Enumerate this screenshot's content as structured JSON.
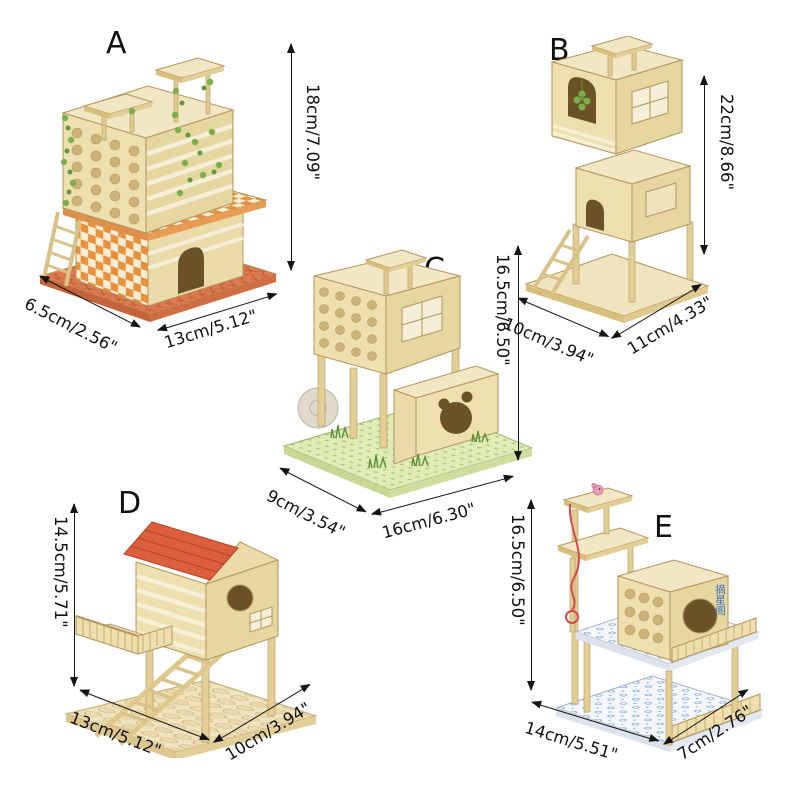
{
  "products": [
    {
      "label": "A",
      "dimensions": {
        "height": "18cm/7.09\"",
        "depth": "6.5cm/2.56\"",
        "width": "13cm/5.12\""
      }
    },
    {
      "label": "B",
      "dimensions": {
        "height": "22cm/8.66\"",
        "depth": "10cm/3.94\"",
        "width": "11cm/4.33\""
      }
    },
    {
      "label": "C",
      "dimensions": {
        "height": "16.5cm/6.50\"",
        "depth": "9cm/3.54\"",
        "width": "16cm/6.30\""
      }
    },
    {
      "label": "D",
      "dimensions": {
        "height": "14.5cm/5.71\"",
        "depth": "13cm/5.12\"",
        "width": "10cm/3.94\""
      }
    },
    {
      "label": "E",
      "dimensions": {
        "height": "16.5cm/6.50\"",
        "depth": "14cm/5.51\"",
        "width": "7cm/2.76\""
      },
      "sign_text": "摘星阁"
    }
  ],
  "colors": {
    "annotation": "#151515",
    "wood": "#EDDFAE",
    "wood_light": "#F2E7C4",
    "wood_dark": "#D8BF7E",
    "outline": "#B3955C",
    "opening": "#6B5226",
    "vine_green": "#7CAF4B",
    "checker_orange": "#E8923F",
    "terracotta": "#DB7A4E",
    "grass": "#DFEAB4",
    "roof_red": "#DB5F3C",
    "pattern_blue": "#6FA0DC",
    "string_red": "#D6494F"
  }
}
